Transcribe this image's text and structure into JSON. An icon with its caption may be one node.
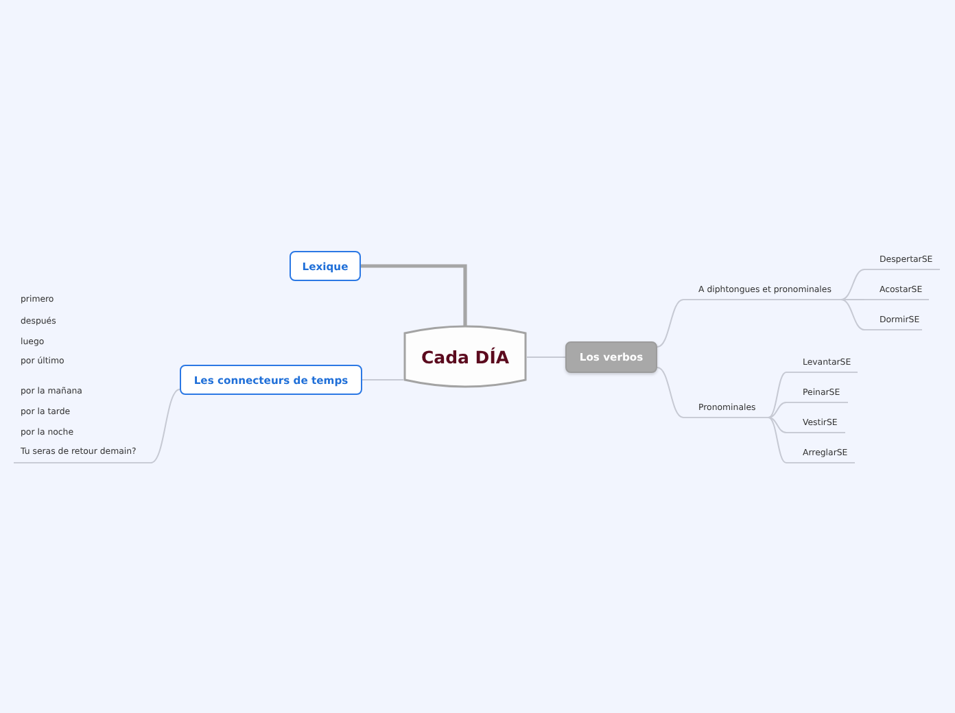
{
  "diagram": {
    "nodes": [
      {
        "text": [
          "Cada DÍA"
        ]
      },
      {
        "text": [
          "Lexique"
        ]
      },
      {
        "text": [
          "Les connecteurs de temps"
        ]
      },
      {
        "text": [
          "primero",
          "después",
          "luego",
          "por último",
          "por la mañana",
          "por la tarde",
          "por la noche",
          "Tu seras de retour demain?"
        ]
      },
      {
        "text": [
          "Los verbos"
        ]
      },
      {
        "text": [
          "A diphtongues et pronominales"
        ]
      },
      {
        "text": [
          "DespertarSE"
        ]
      },
      {
        "text": [
          "AcostarSE"
        ]
      },
      {
        "text": [
          "DormirSE"
        ]
      },
      {
        "text": [
          "Pronominales"
        ]
      },
      {
        "text": [
          "LevantarSE"
        ]
      },
      {
        "text": [
          "PeinarSE"
        ]
      },
      {
        "text": [
          "VestirSE"
        ]
      },
      {
        "text": [
          "ArreglarSE"
        ]
      }
    ],
    "edges": [
      {
        "from": 0,
        "to": 1,
        "arrow": "none",
        "style": "thick"
      },
      {
        "from": 0,
        "to": 2,
        "arrow": "none"
      },
      {
        "from": 2,
        "to": 3,
        "arrow": "none"
      },
      {
        "from": 0,
        "to": 4,
        "arrow": "none"
      },
      {
        "from": 4,
        "to": 5,
        "arrow": "none"
      },
      {
        "from": 5,
        "to": 6,
        "arrow": "none"
      },
      {
        "from": 5,
        "to": 7,
        "arrow": "none"
      },
      {
        "from": 5,
        "to": 8,
        "arrow": "none"
      },
      {
        "from": 4,
        "to": 9,
        "arrow": "none"
      },
      {
        "from": 9,
        "to": 10,
        "arrow": "none"
      },
      {
        "from": 9,
        "to": 11,
        "arrow": "none"
      },
      {
        "from": 9,
        "to": 12,
        "arrow": "none"
      },
      {
        "from": 9,
        "to": 13,
        "arrow": "none"
      }
    ]
  }
}
